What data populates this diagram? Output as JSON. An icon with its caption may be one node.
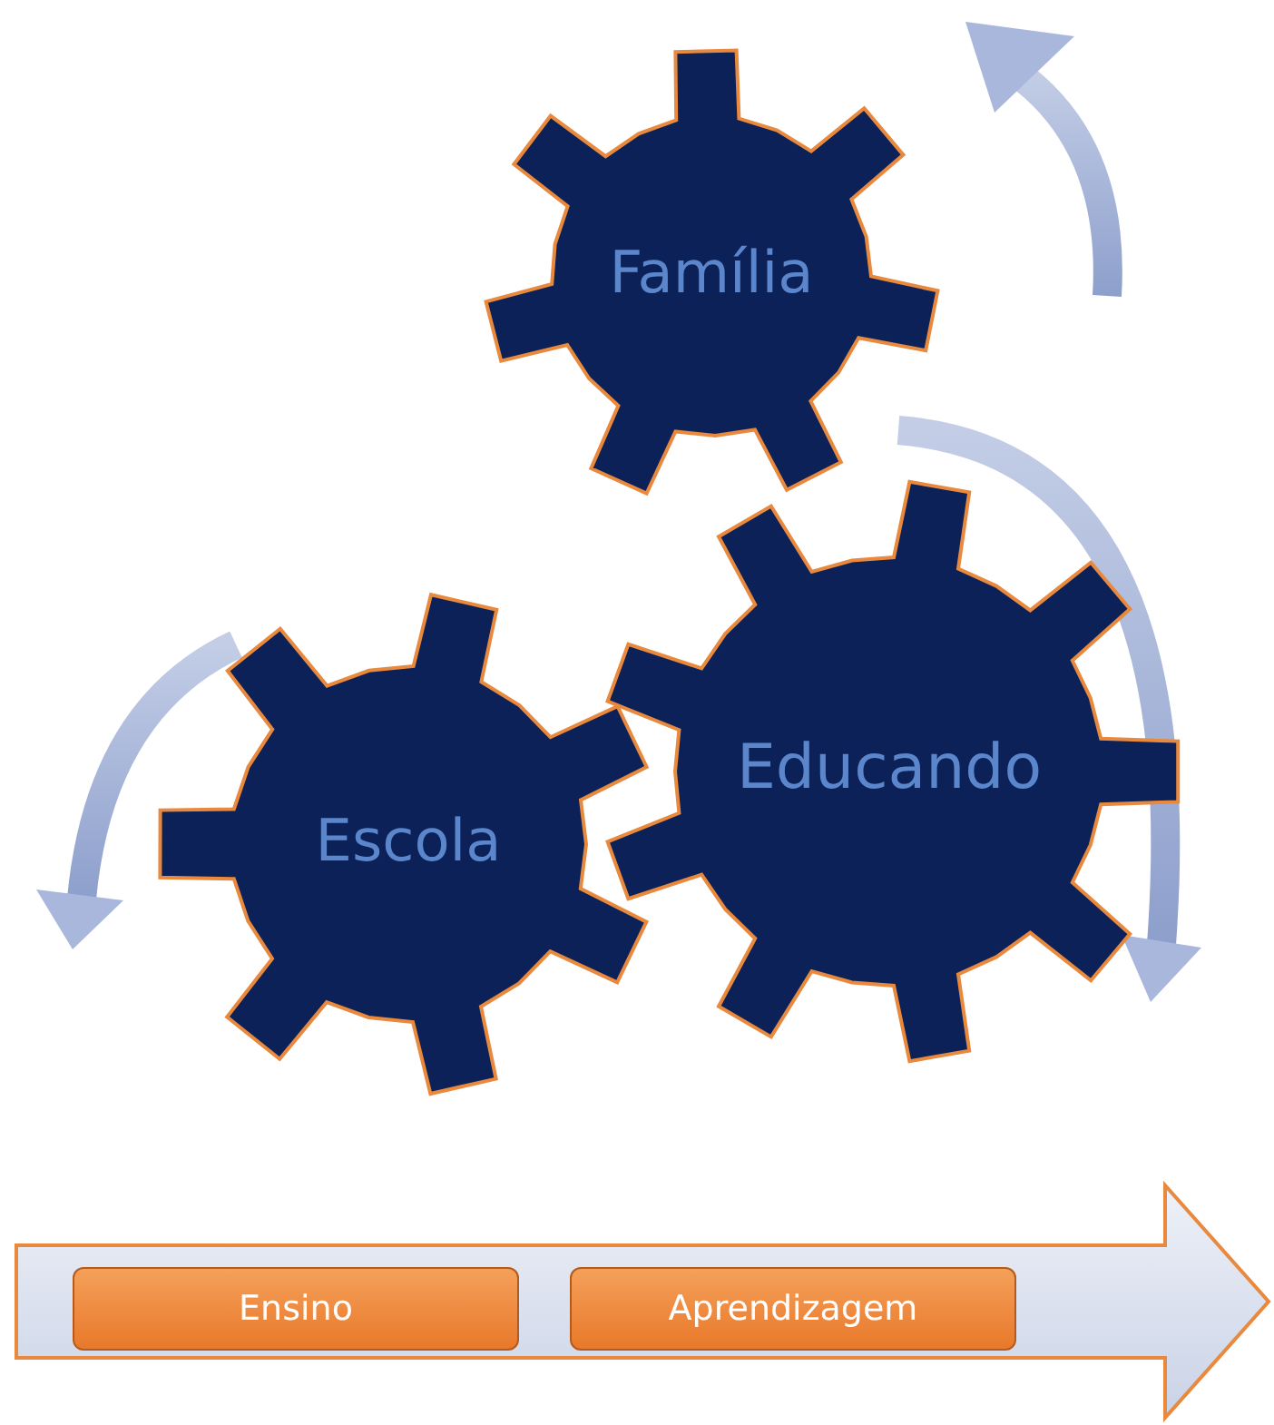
{
  "diagram": {
    "nodes": [
      {
        "text": [
          "Família"
        ]
      },
      {
        "text": [
          "Educando"
        ]
      },
      {
        "text": [
          "Escola"
        ]
      },
      {
        "text": [],
        "shape": "arrow"
      },
      {
        "text": [
          "Ensino"
        ],
        "in": 3
      },
      {
        "text": [
          "Aprendizagem"
        ],
        "in": 3
      }
    ]
  }
}
